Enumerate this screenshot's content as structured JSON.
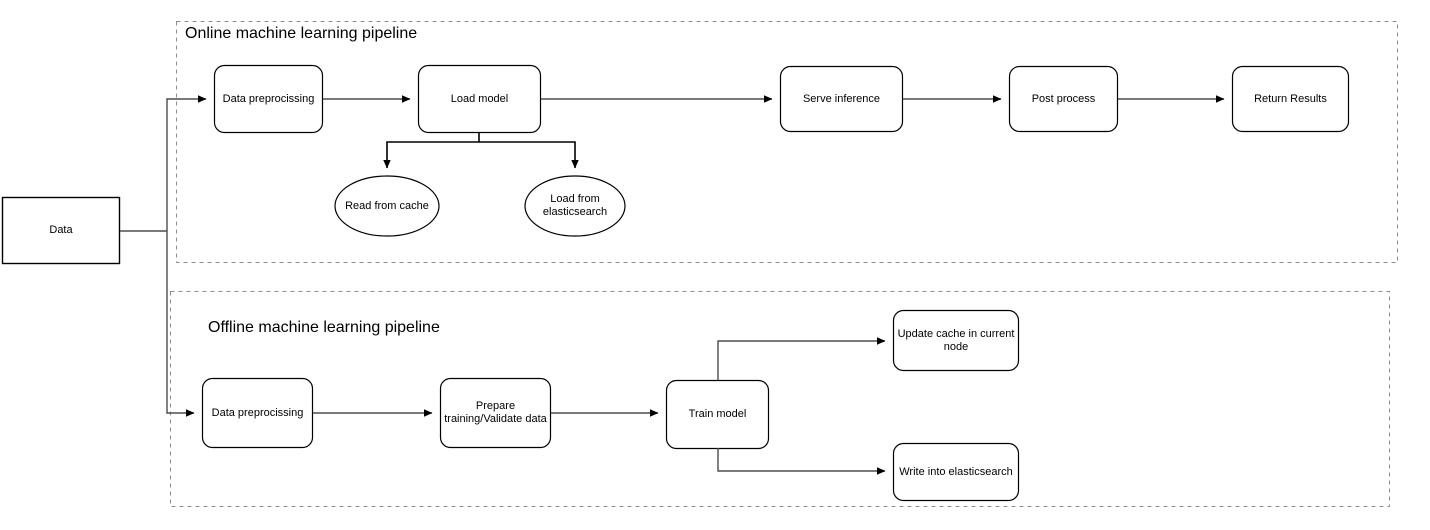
{
  "diagram": {
    "title_online": "Online machine learning pipeline",
    "title_offline": "Offline machine learning pipeline",
    "source": {
      "label": "Data",
      "shape": "rectangle"
    },
    "online_pipeline": {
      "title": "Online machine learning pipeline",
      "nodes": [
        {
          "id": "online-data-preprocissing",
          "label": "Data  preprocissing",
          "shape": "rounded-rect"
        },
        {
          "id": "online-load-model",
          "label": "Load model",
          "shape": "rounded-rect"
        },
        {
          "id": "online-serve-inference",
          "label": "Serve inference",
          "shape": "rounded-rect"
        },
        {
          "id": "online-post-process",
          "label": "Post process",
          "shape": "rounded-rect"
        },
        {
          "id": "online-return-results",
          "label": "Return Results",
          "shape": "rounded-rect"
        },
        {
          "id": "online-read-from-cache",
          "label": "Read from cache",
          "shape": "ellipse"
        },
        {
          "id": "online-load-from-elasticsearch",
          "label": "Load from\nelasticsearch",
          "shape": "ellipse"
        }
      ]
    },
    "offline_pipeline": {
      "title": "Offline machine learning pipeline",
      "nodes": [
        {
          "id": "offline-data-preprocissing",
          "label": "Data  preprocissing",
          "shape": "rounded-rect"
        },
        {
          "id": "offline-prepare-data",
          "label": "Prepare\ntraining/Validate data",
          "shape": "rounded-rect"
        },
        {
          "id": "offline-train-model",
          "label": "Train model",
          "shape": "rounded-rect"
        },
        {
          "id": "offline-update-cache",
          "label": "Update cache in current\nnode",
          "shape": "rounded-rect"
        },
        {
          "id": "offline-write-elasticsearch",
          "label": "Write into elasticsearch",
          "shape": "rounded-rect"
        }
      ]
    },
    "colors": {
      "stroke": "#000000",
      "connector": "#6b6b6b",
      "dashed_border": "#808080",
      "fill": "#ffffff",
      "text": "#000000"
    }
  }
}
